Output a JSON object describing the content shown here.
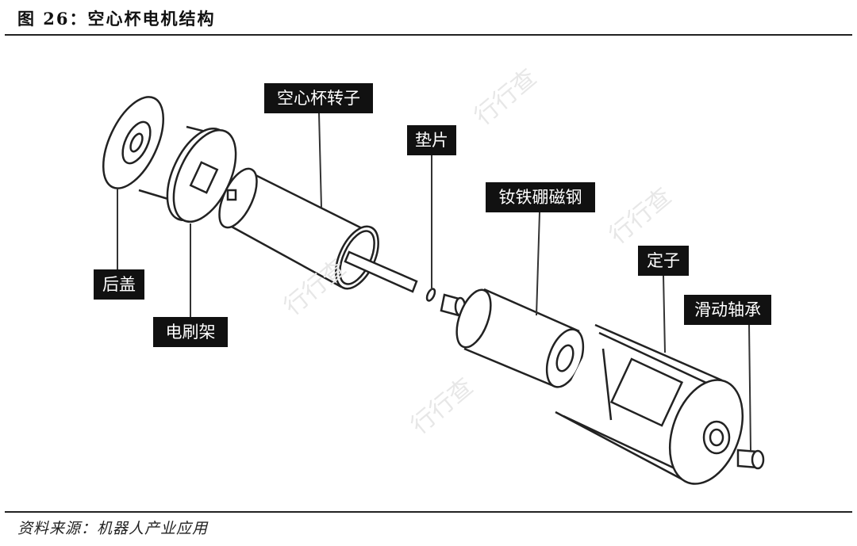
{
  "title": "图 26：空心杯电机结构",
  "source": "资料来源：机器人产业应用",
  "labels": {
    "rotor": "空心杯转子",
    "washer": "垫片",
    "magnet": "钕铁硼磁钢",
    "stator": "定子",
    "bearing": "滑动轴承",
    "rear_cover": "后盖",
    "brush_holder": "电刷架"
  },
  "watermark": "行行查"
}
